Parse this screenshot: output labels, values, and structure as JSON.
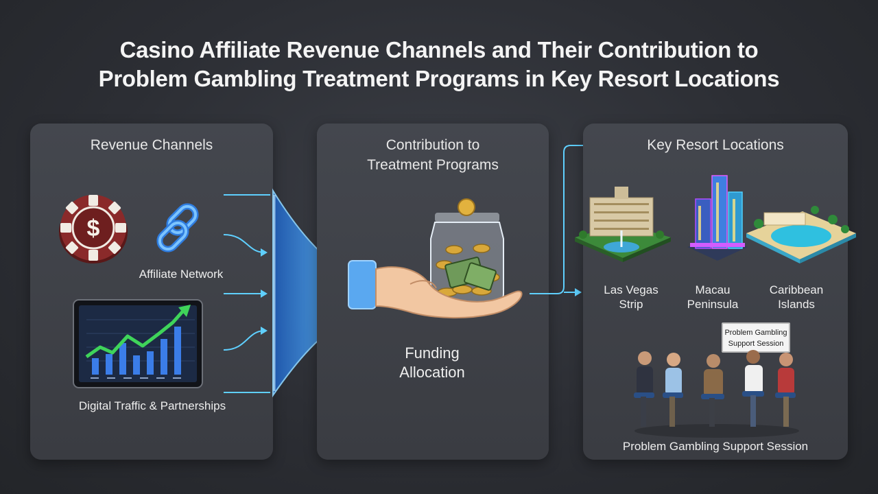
{
  "title": {
    "line1": "Casino Affiliate Revenue Channels and Their Contribution to",
    "line2": "Problem Gambling Treatment Programs in Key Resort Locations"
  },
  "left_panel": {
    "heading": "Revenue Channels",
    "items": [
      {
        "icon": "casino-chip-dollar-icon",
        "label": ""
      },
      {
        "icon": "chain-link-icon",
        "label": "Affiliate Network"
      },
      {
        "icon": "growth-chart-tablet-icon",
        "label": "Digital Traffic & Partnerships"
      }
    ],
    "chip_symbol": "$"
  },
  "mid_panel": {
    "heading_line1": "Contribution to",
    "heading_line2": "Treatment Programs",
    "icon": "hand-holding-money-jar-icon",
    "caption_line1": "Funding",
    "caption_line2": "Allocation"
  },
  "right_panel": {
    "heading": "Key Resort Locations",
    "locations": [
      {
        "line1": "Las Vegas",
        "line2": "Strip",
        "icon": "las-vegas-resort-icon"
      },
      {
        "line1": "Macau",
        "line2": "Peninsula",
        "icon": "macau-towers-icon"
      },
      {
        "line1": "Caribbean",
        "line2": "Islands",
        "icon": "caribbean-resort-icon"
      }
    ],
    "sign_line1": "Problem Gambling",
    "sign_line2": "Support Session",
    "session_caption": "Problem Gambling Support Session"
  },
  "colors": {
    "background": "#2c2e34",
    "panel": "#3f4248",
    "accent_blue": "#4fb4ff",
    "arrow_cyan": "#5fd0ff",
    "chip_red": "#8a2a2a",
    "gold": "#d9a83a",
    "chart_green": "#3fd45a"
  }
}
